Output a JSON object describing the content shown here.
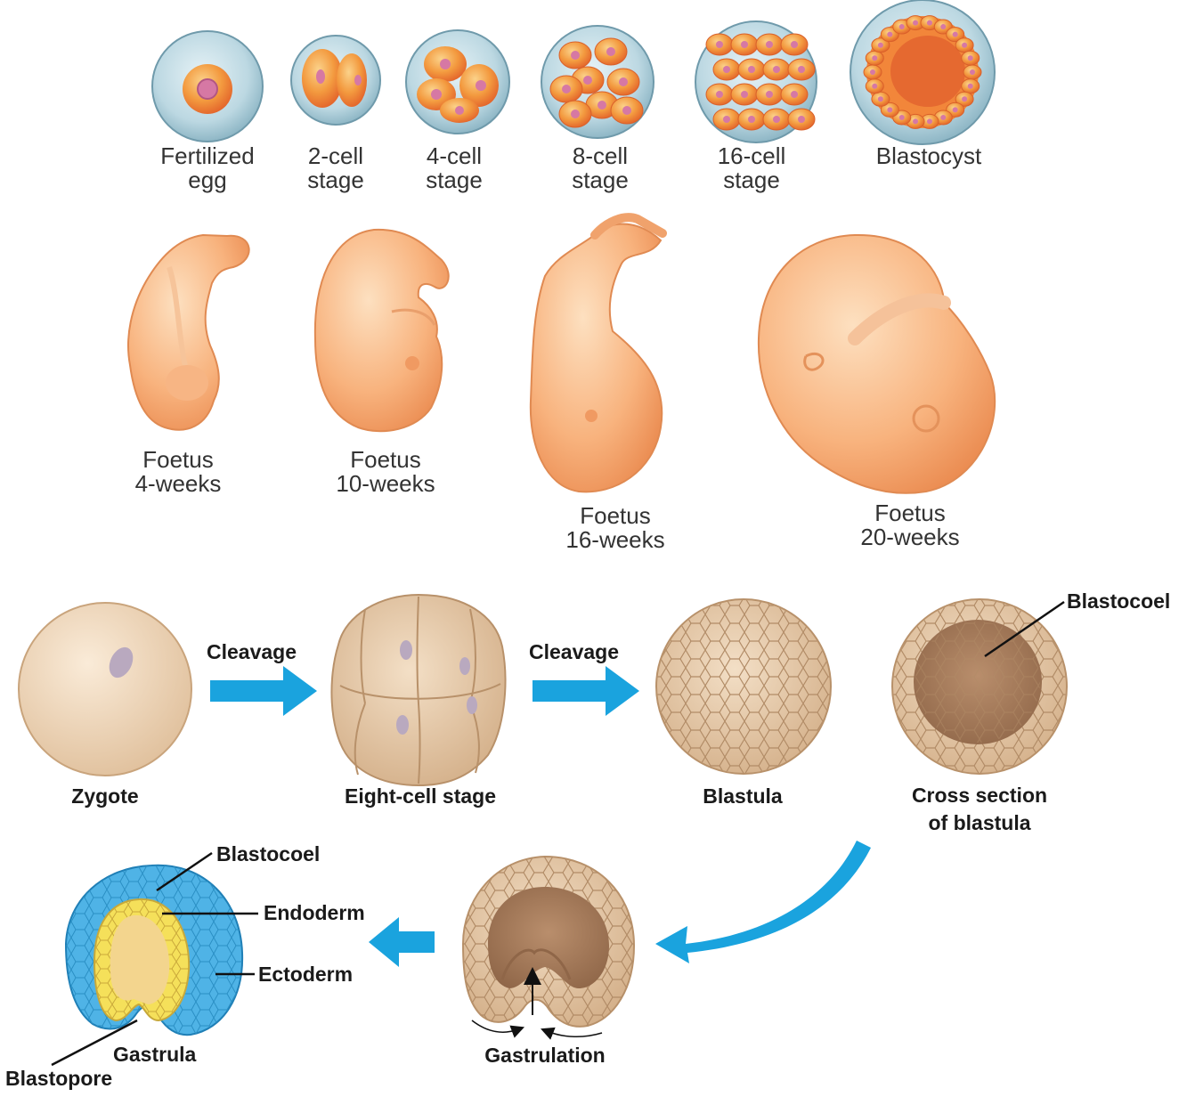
{
  "top_stages": [
    {
      "line1": "Fertilized",
      "line2": "egg"
    },
    {
      "line1": "2-cell",
      "line2": "stage"
    },
    {
      "line1": "4-cell",
      "line2": "stage"
    },
    {
      "line1": "8-cell",
      "line2": "stage"
    },
    {
      "line1": "16-cell",
      "line2": "stage"
    },
    {
      "line1": "Blastocyst",
      "line2": ""
    }
  ],
  "foetus": [
    {
      "line1": "Foetus",
      "line2": "4-weeks"
    },
    {
      "line1": "Foetus",
      "line2": "10-weeks"
    },
    {
      "line1": "Foetus",
      "line2": "16-weeks"
    },
    {
      "line1": "Foetus",
      "line2": "20-weeks"
    }
  ],
  "embryo": {
    "zygote": "Zygote",
    "cleavage": "Cleavage",
    "eight_cell": "Eight-cell stage",
    "blastula": "Blastula",
    "cross_section_line1": "Cross section",
    "cross_section_line2": "of blastula",
    "blastocoel": "Blastocoel",
    "gastrulation": "Gastrulation",
    "gastrula": "Gastrula",
    "endoderm": "Endoderm",
    "ectoderm": "Ectoderm",
    "blastopore": "Blastopore"
  },
  "colors": {
    "arrow": "#1aa3de",
    "orange_cell": "#f07a2a",
    "yolk_yellow": "#f5e05a",
    "ectoderm_blue": "#4fb3e6",
    "tan_cell": "#e8c9a6"
  }
}
